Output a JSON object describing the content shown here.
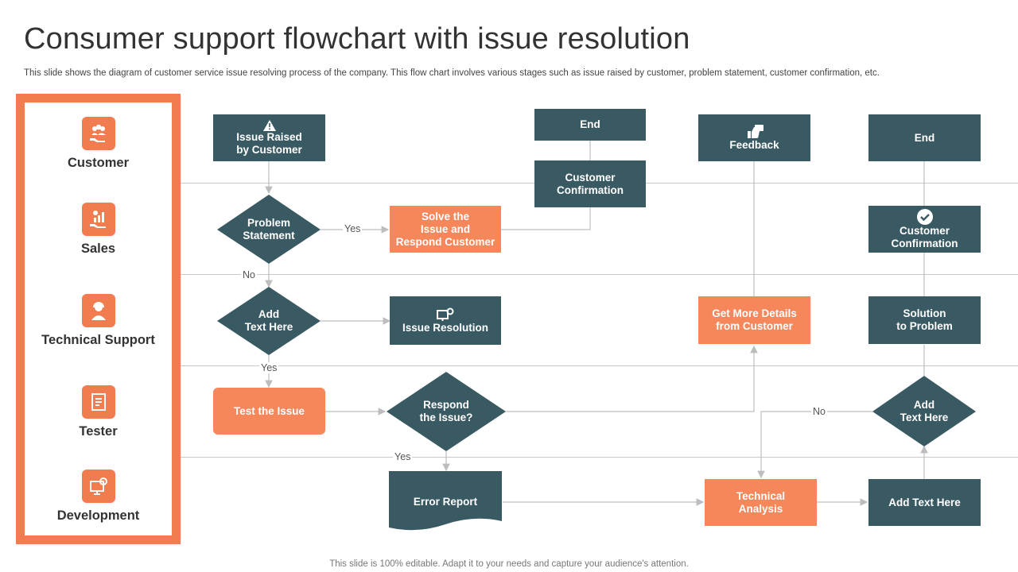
{
  "title": "Consumer support flowchart with issue resolution",
  "subtitle": "This slide shows the diagram of customer service issue resolving process of the company. This flow chart involves various stages such as issue raised by customer, problem statement, customer confirmation, etc.",
  "footer": "This slide is 100% editable. Adapt it to your needs and capture your audience's attention.",
  "colors": {
    "accent": "#f07c4f",
    "dark": "#3a5a63",
    "orange_box": "#f5875a"
  },
  "lanes": [
    {
      "label": "Customer",
      "icon": "people-hand-icon"
    },
    {
      "label": "Sales",
      "icon": "sales-growth-hand-icon"
    },
    {
      "label": "Technical Support",
      "icon": "support-agent-icon"
    },
    {
      "label": "Tester",
      "icon": "checklist-icon"
    },
    {
      "label": "Development",
      "icon": "code-gear-monitor-icon"
    }
  ],
  "nodes": {
    "issue_raised": "Issue Raised\nby Customer",
    "end_1": "End",
    "customer_confirmation_1": "Customer\nConfirmation",
    "feedback": "Feedback",
    "end_2": "End",
    "problem_statement": "Problem\nStatement",
    "solve_issue": "Solve the\nIssue and\nRespond Customer",
    "customer_confirmation_2": "Customer\nConfirmation",
    "add_text_1": "Add\nText Here",
    "issue_resolution": "Issue Resolution",
    "get_more_details": "Get More Details\nfrom Customer",
    "solution_to_problem": "Solution\nto Problem",
    "test_the_issue": "Test the Issue",
    "respond_the_issue": "Respond\nthe Issue?",
    "add_text_2": "Add\nText Here",
    "error_report": "Error Report",
    "technical_analysis": "Technical\nAnalysis",
    "add_text_here": "Add Text Here"
  },
  "connector_labels": {
    "yes_1": "Yes",
    "no_1": "No",
    "yes_2": "Yes",
    "yes_3": "Yes",
    "no_2": "No"
  }
}
